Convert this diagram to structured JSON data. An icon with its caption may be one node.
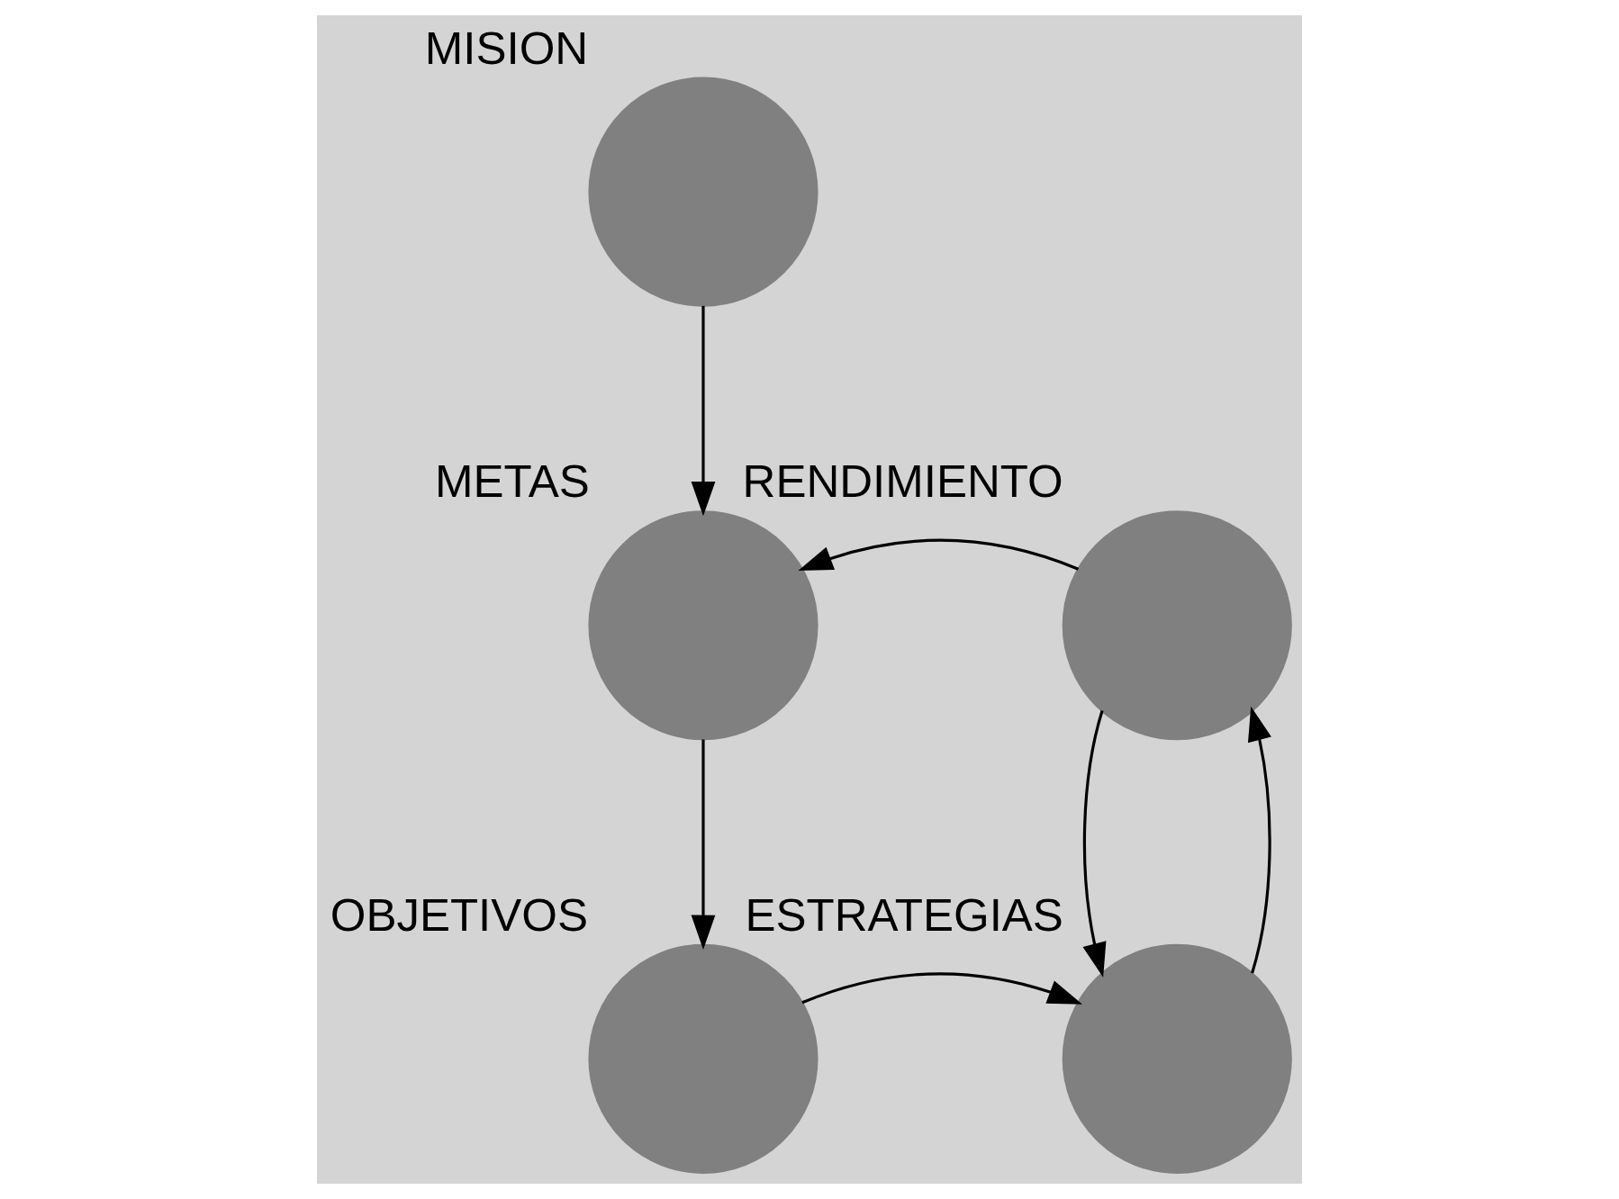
{
  "diagram": {
    "nodes": [
      {
        "text": [],
        "shape": "circle",
        "beside": [
          "MISION"
        ]
      },
      {
        "text": [],
        "shape": "circle",
        "beside": [
          "METAS"
        ]
      },
      {
        "text": [],
        "shape": "circle",
        "beside": [
          "RENDIMIENTO"
        ]
      },
      {
        "text": [],
        "shape": "circle",
        "beside": [
          "OBJETIVOS"
        ]
      },
      {
        "text": [],
        "shape": "circle",
        "beside": [
          "ESTRATEGIAS"
        ]
      }
    ],
    "edges": [
      {
        "from": 0,
        "to": 1,
        "arrow": "to"
      },
      {
        "from": 2,
        "to": 1,
        "arrow": "to"
      },
      {
        "from": 1,
        "to": 3,
        "arrow": "to"
      },
      {
        "from": 3,
        "to": 4,
        "arrow": "to"
      },
      {
        "from": 4,
        "to": 2,
        "arrow": "to"
      },
      {
        "from": 2,
        "to": 4,
        "arrow": "to"
      }
    ]
  }
}
